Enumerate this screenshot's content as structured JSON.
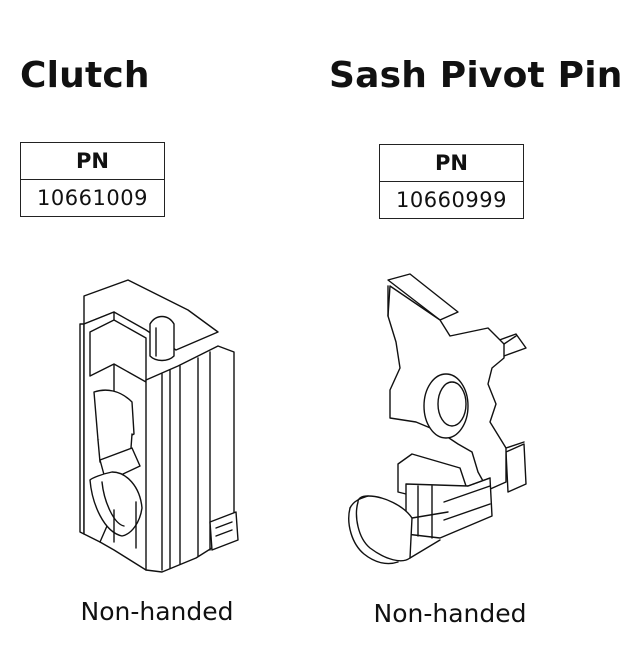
{
  "products": [
    {
      "title": "Clutch",
      "pn_header": "PN",
      "pn_value": "10661009",
      "handing": "Non-handed",
      "illustration": "clutch-drawing"
    },
    {
      "title": "Sash Pivot Pin",
      "pn_header": "PN",
      "pn_value": "10660999",
      "handing": "Non-handed",
      "illustration": "sash-pivot-pin-drawing"
    }
  ]
}
